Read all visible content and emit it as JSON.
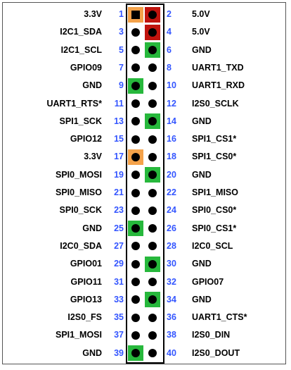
{
  "colors": {
    "pin_number": "#3355ff",
    "power_3v3": "#f4a24a",
    "power_5v": "#c0140e",
    "ground": "#27b83c",
    "none": "#ffffff"
  },
  "pins": [
    {
      "left_label": "3.3V",
      "left_num": "1",
      "left_type": "power_3v3",
      "left_shape": "square",
      "right_num": "2",
      "right_label": "5.0V",
      "right_type": "power_5v"
    },
    {
      "left_label": "I2C1_SDA",
      "left_num": "3",
      "left_type": "none",
      "left_shape": "circle",
      "right_num": "4",
      "right_label": "5.0V",
      "right_type": "power_5v"
    },
    {
      "left_label": "I2C1_SCL",
      "left_num": "5",
      "left_type": "none",
      "left_shape": "circle",
      "right_num": "6",
      "right_label": "GND",
      "right_type": "ground"
    },
    {
      "left_label": "GPIO09",
      "left_num": "7",
      "left_type": "none",
      "left_shape": "circle",
      "right_num": "8",
      "right_label": "UART1_TXD",
      "right_type": "none"
    },
    {
      "left_label": "GND",
      "left_num": "9",
      "left_type": "ground",
      "left_shape": "circle",
      "right_num": "10",
      "right_label": "UART1_RXD",
      "right_type": "none"
    },
    {
      "left_label": "UART1_RTS*",
      "left_num": "11",
      "left_type": "none",
      "left_shape": "circle",
      "right_num": "12",
      "right_label": "I2S0_SCLK",
      "right_type": "none"
    },
    {
      "left_label": "SPI1_SCK",
      "left_num": "13",
      "left_type": "none",
      "left_shape": "circle",
      "right_num": "14",
      "right_label": "GND",
      "right_type": "ground"
    },
    {
      "left_label": "GPIO12",
      "left_num": "15",
      "left_type": "none",
      "left_shape": "circle",
      "right_num": "16",
      "right_label": "SPI1_CS1*",
      "right_type": "none"
    },
    {
      "left_label": "3.3V",
      "left_num": "17",
      "left_type": "power_3v3",
      "left_shape": "circle",
      "right_num": "18",
      "right_label": "SPI1_CS0*",
      "right_type": "none"
    },
    {
      "left_label": "SPI0_MOSI",
      "left_num": "19",
      "left_type": "none",
      "left_shape": "circle",
      "right_num": "20",
      "right_label": "GND",
      "right_type": "ground"
    },
    {
      "left_label": "SPI0_MISO",
      "left_num": "21",
      "left_type": "none",
      "left_shape": "circle",
      "right_num": "22",
      "right_label": "SPI1_MISO",
      "right_type": "none"
    },
    {
      "left_label": "SPI0_SCK",
      "left_num": "23",
      "left_type": "none",
      "left_shape": "circle",
      "right_num": "24",
      "right_label": "SPI0_CS0*",
      "right_type": "none"
    },
    {
      "left_label": "GND",
      "left_num": "25",
      "left_type": "ground",
      "left_shape": "circle",
      "right_num": "26",
      "right_label": "SPI0_CS1*",
      "right_type": "none"
    },
    {
      "left_label": "I2C0_SDA",
      "left_num": "27",
      "left_type": "none",
      "left_shape": "circle",
      "right_num": "28",
      "right_label": "I2C0_SCL",
      "right_type": "none"
    },
    {
      "left_label": "GPIO01",
      "left_num": "29",
      "left_type": "none",
      "left_shape": "circle",
      "right_num": "30",
      "right_label": "GND",
      "right_type": "ground"
    },
    {
      "left_label": "GPIO11",
      "left_num": "31",
      "left_type": "none",
      "left_shape": "circle",
      "right_num": "32",
      "right_label": "GPIO07",
      "right_type": "none"
    },
    {
      "left_label": "GPIO13",
      "left_num": "33",
      "left_type": "none",
      "left_shape": "circle",
      "right_num": "34",
      "right_label": "GND",
      "right_type": "ground"
    },
    {
      "left_label": "I2S0_FS",
      "left_num": "35",
      "left_type": "none",
      "left_shape": "circle",
      "right_num": "36",
      "right_label": "UART1_CTS*",
      "right_type": "none"
    },
    {
      "left_label": "SPI1_MOSI",
      "left_num": "37",
      "left_type": "none",
      "left_shape": "circle",
      "right_num": "38",
      "right_label": "I2S0_DIN",
      "right_type": "none"
    },
    {
      "left_label": "GND",
      "left_num": "39",
      "left_type": "ground",
      "left_shape": "circle",
      "right_num": "40",
      "right_label": "I2S0_DOUT",
      "right_type": "none"
    }
  ]
}
